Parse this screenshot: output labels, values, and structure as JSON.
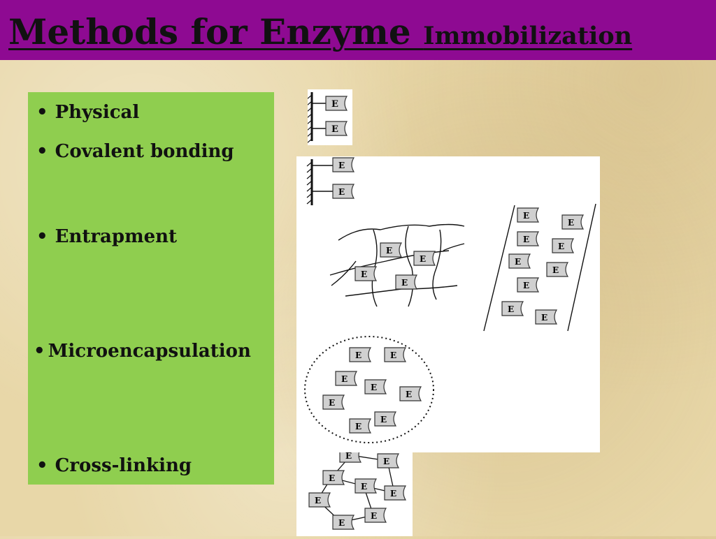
{
  "title": {
    "part1": "Methods for Enzyme ",
    "part2": "Immobilization"
  },
  "methods": [
    {
      "bullet": "•",
      "label": "Physical"
    },
    {
      "bullet": "•",
      "label": "Covalent bonding"
    },
    {
      "bullet": "•",
      "label": "Entrapment"
    },
    {
      "bullet": "•",
      "label": "Microencapsulation"
    },
    {
      "bullet": "•",
      "label": "Cross-linking"
    }
  ],
  "enzyme_label": "E",
  "colors": {
    "title_bar": "#8e0a92",
    "list_box": "#8fce4f",
    "enzyme_fill": "#d0d0d0"
  }
}
